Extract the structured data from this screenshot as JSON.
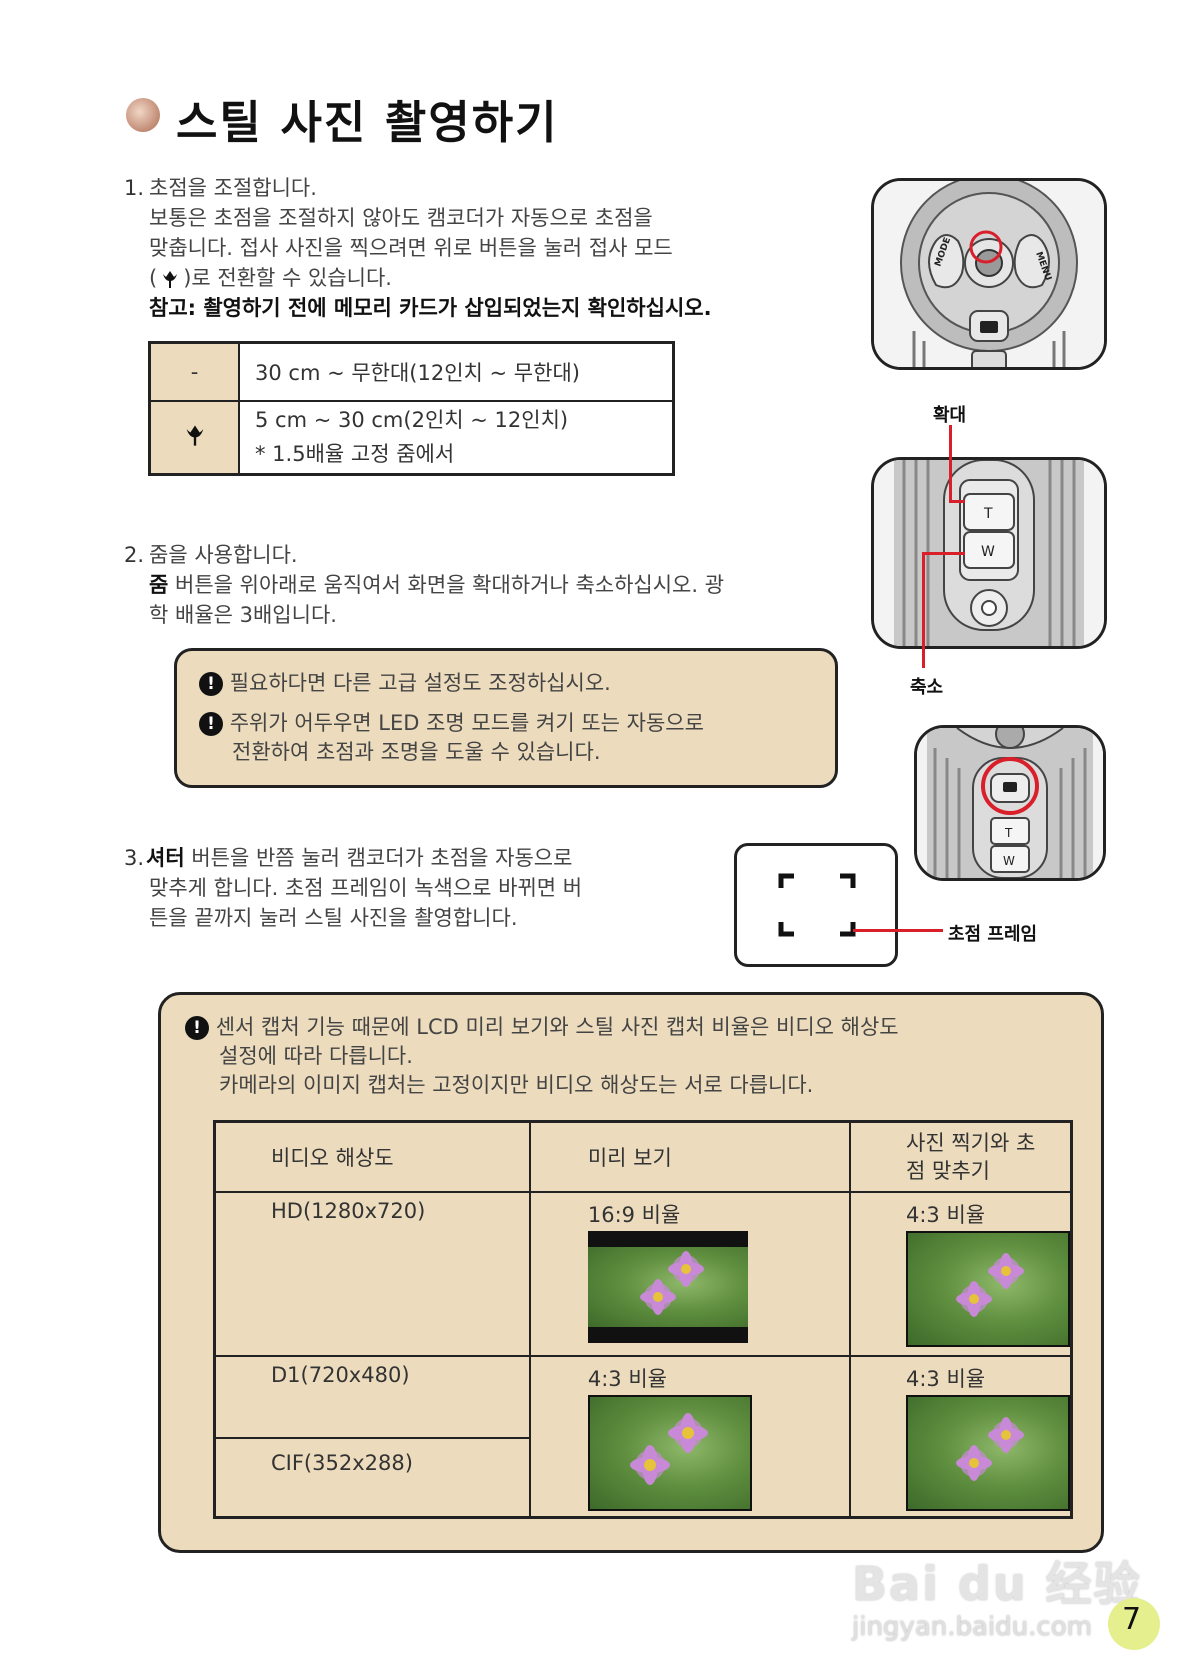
{
  "title": "스틸 사진 촬영하기",
  "step1": {
    "number": "1.",
    "heading": "초점을 조절합니다.",
    "line1": "보통은 초점을 조절하지 않아도 캠코더가 자동으로 초점을",
    "line2": "맞춥니다. 접사 사진을 찍으려면 위로 버튼을 눌러 접사 모드",
    "line3_pre": "(",
    "line3_post": ")로 전환할 수 있습니다.",
    "note": "참고: 촬영하기 전에 메모리 카드가 삽입되었는지 확인하십시오."
  },
  "focus_table": {
    "row1_icon": "-",
    "row1_text": "30 cm ~ 무한대(12인치 ~ 무한대)",
    "row2_icon": "macro-flower-icon",
    "row2_text1": "5 cm ~ 30 cm(2인치 ~ 12인치)",
    "row2_text2": "* 1.5배율 고정 줌에서"
  },
  "step2": {
    "number": "2.",
    "heading": "줌을 사용합니다.",
    "bold_word": "줌",
    "line1_rest": " 버튼을 위아래로 움직여서 화면을 확대하거나 축소하십시오. 광",
    "line2": "학 배율은 3배입니다."
  },
  "tips": {
    "tip1": "필요하다면 다른 고급 설정도 조정하십시오.",
    "tip2_line1": "주위가 어두우면 LED 조명 모드를 켜기 또는 자동으로",
    "tip2_line2": "전환하여 초점과 조명을 도울 수 있습니다."
  },
  "step3": {
    "number": "3.",
    "bold_word": "셔터",
    "line1_rest": " 버튼을 반쯤 눌러 캠코더가 초점을 자동으로",
    "line2": "맞추게 합니다. 초점 프레임이 녹색으로 바뀌면 버",
    "line3": "튼을 끝까지 눌러 스틸 사진을 촬영합니다."
  },
  "figure_labels": {
    "zoom_in": "확대",
    "zoom_out": "축소",
    "focus_frame": "초점 프레임",
    "mode": "MODE",
    "menu": "MENU",
    "tele": "T",
    "wide": "W"
  },
  "sensor_note": {
    "line1": "센서 캡처 기능 때문에 LCD 미리 보기와 스틸 사진 캡처 비율은 비디오 해상도",
    "line2": "설정에 따라 다릅니다.",
    "line3": "카메라의 이미지 캡처는 고정이지만 비디오 해상도는 서로 다릅니다."
  },
  "ratio_table": {
    "headers": [
      "비디오 해상도",
      "미리 보기",
      "사진 찍기와 초\n점 맞추기"
    ],
    "header3_line1": "사진 찍기와 초",
    "header3_line2": "점 맞추기",
    "rows": [
      {
        "resolution": "HD(1280x720)",
        "preview": "16:9 비율",
        "capture": "4:3 비율"
      },
      {
        "resolution": "D1(720x480)",
        "preview": "4:3 비율",
        "capture": "4:3 비율"
      },
      {
        "resolution": "CIF(352x288)"
      }
    ]
  },
  "watermark": {
    "logo": "Bai du 经验",
    "url": "jingyan.baidu.com"
  },
  "page_number": "7",
  "colors": {
    "tan": "#ecdcbd",
    "highlight_red": "#d9202a",
    "page_badge": "#e6ef8e"
  }
}
